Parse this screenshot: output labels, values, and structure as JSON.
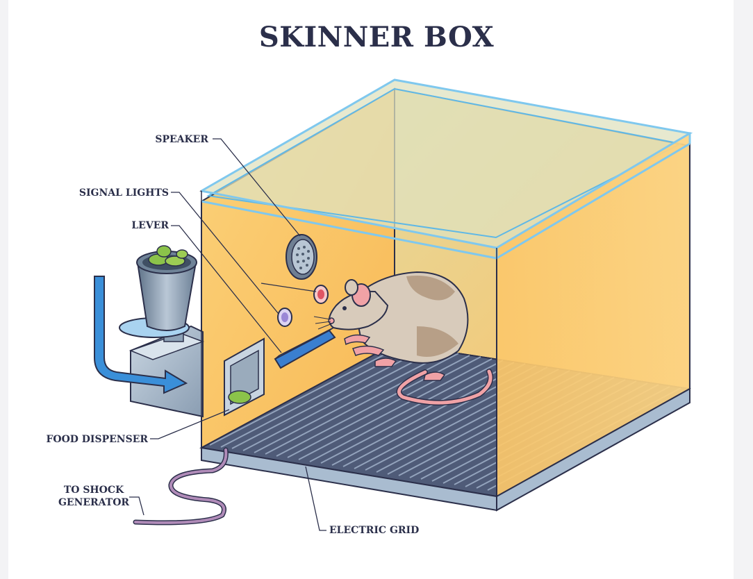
{
  "title": "SKINNER BOX",
  "labels": {
    "speaker": "SPEAKER",
    "signal_lights": "SIGNAL LIGHTS",
    "lever": "LEVER",
    "food_dispenser": "FOOD DISPENSER",
    "shock_line1": "TO SHOCK",
    "shock_line2": "GENERATOR",
    "electric_grid": "ELECTRIC GRID"
  },
  "colors": {
    "outline": "#2b2f4a",
    "wall": "#fbc66a",
    "glass_edge": "#7fc8ee",
    "ceiling": "#d6d8b4",
    "grid": "#5a6584",
    "rat_body": "#d8cbbb",
    "rat_spots": "#b79f87",
    "rat_pink": "#f0a2a6",
    "dispenser": "#8fa4b8",
    "food": "#8bc34a",
    "arrow": "#3a8fd9",
    "cable": "#b08bb8",
    "light_red": "#e05563",
    "light_purple": "#9b87d6"
  }
}
